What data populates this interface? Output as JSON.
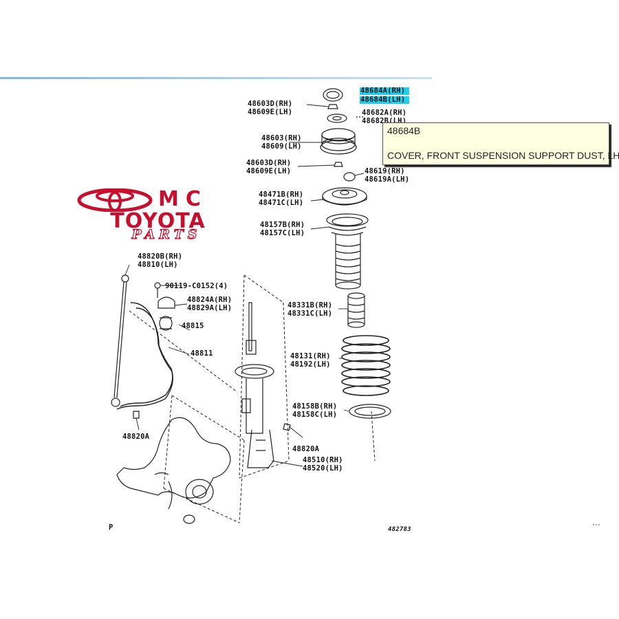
{
  "logo": {
    "mark": "MC",
    "brand": "TOYOTA",
    "subtitle": "PARTS"
  },
  "labels": [
    {
      "id": "p48684A",
      "text": "48684A(RH)",
      "highlight": true
    },
    {
      "id": "p48684B",
      "text": "48684B(LH)",
      "highlight": true
    },
    {
      "id": "p48603D_a",
      "text": "48603D(RH)"
    },
    {
      "id": "p48609E_a",
      "text": "48609E(LH)"
    },
    {
      "id": "p48682A",
      "text": "48682A(RH)"
    },
    {
      "id": "p48682B",
      "text": "48682B(LH)"
    },
    {
      "id": "p48603",
      "text": "48603(RH)"
    },
    {
      "id": "p48609",
      "text": "48609(LH)"
    },
    {
      "id": "p48603D_b",
      "text": "48603D(RH)"
    },
    {
      "id": "p48609E_b",
      "text": "48609E(LH)"
    },
    {
      "id": "p48619",
      "text": "48619(RH)"
    },
    {
      "id": "p48619A",
      "text": "48619A(LH)"
    },
    {
      "id": "p48471B",
      "text": "48471B(RH)"
    },
    {
      "id": "p48471C",
      "text": "48471C(LH)"
    },
    {
      "id": "p48157B",
      "text": "48157B(RH)"
    },
    {
      "id": "p48157C",
      "text": "48157C(LH)"
    },
    {
      "id": "p48820B",
      "text": "48820B(RH)"
    },
    {
      "id": "p48810",
      "text": "48810(LH)"
    },
    {
      "id": "p90119",
      "text": "90119-C0152(4)"
    },
    {
      "id": "p48824A",
      "text": "48824A(RH)"
    },
    {
      "id": "p48829A",
      "text": "48829A(LH)"
    },
    {
      "id": "p48815",
      "text": "48815"
    },
    {
      "id": "p48811",
      "text": "48811"
    },
    {
      "id": "p48331B",
      "text": "48331B(RH)"
    },
    {
      "id": "p48331C",
      "text": "48331C(LH)"
    },
    {
      "id": "p48131",
      "text": "48131(RH)"
    },
    {
      "id": "p48192",
      "text": "48192(LH)"
    },
    {
      "id": "p48158B",
      "text": "48158B(RH)"
    },
    {
      "id": "p48158C",
      "text": "48158C(LH)"
    },
    {
      "id": "p48820A_left",
      "text": "48820A"
    },
    {
      "id": "p48820A_right",
      "text": "48820A"
    },
    {
      "id": "p48510",
      "text": "48510(RH)"
    },
    {
      "id": "p48520",
      "text": "48520(LH)"
    },
    {
      "id": "pP",
      "text": "P"
    },
    {
      "id": "pCode",
      "text": "482783"
    }
  ],
  "tooltip": {
    "part_number": "48684B",
    "description": "COVER, FRONT SUSPENSION SUPPORT DUST, LH"
  },
  "colors": {
    "highlight": "#1fd0ee",
    "brand_red": "#c8102e",
    "tooltip_bg": "#ffffe2"
  }
}
